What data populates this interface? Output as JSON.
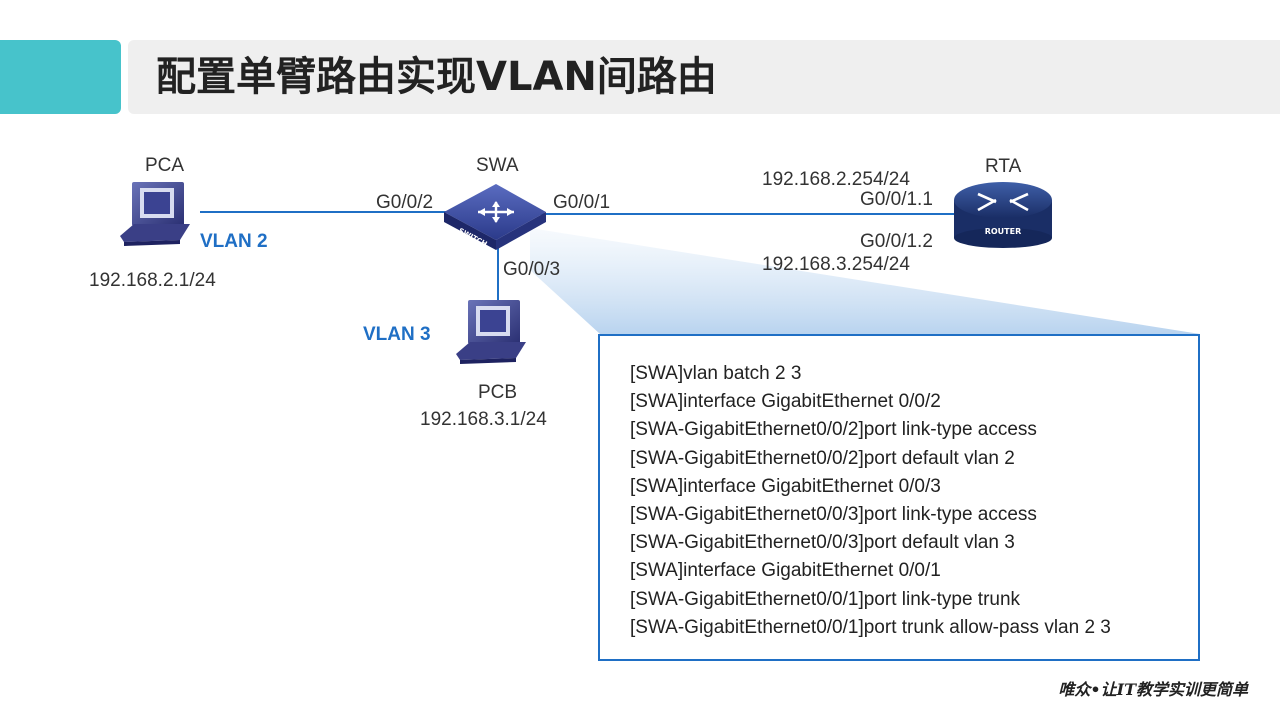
{
  "title": "配置单臂路由实现VLAN间路由",
  "devices": {
    "pca": {
      "name": "PCA",
      "ip": "192.168.2.1/24",
      "vlan": "VLAN 2"
    },
    "pcb": {
      "name": "PCB",
      "ip": "192.168.3.1/24",
      "vlan": "VLAN 3"
    },
    "swa": {
      "name": "SWA",
      "port_pca": "G0/0/2",
      "port_rta": "G0/0/1",
      "port_pcb": "G0/0/3",
      "icon_text": "SWITCH"
    },
    "rta": {
      "name": "RTA",
      "icon_text": "ROUTER",
      "sub1_ip": "192.168.2.254/24",
      "sub1_port": "G0/0/1.1",
      "sub2_port": "G0/0/1.2",
      "sub2_ip": "192.168.3.254/24"
    }
  },
  "config_lines": [
    "[SWA]vlan batch 2 3",
    "[SWA]interface GigabitEthernet 0/0/2",
    "[SWA-GigabitEthernet0/0/2]port link-type access",
    "[SWA-GigabitEthernet0/0/2]port default vlan 2",
    "[SWA]interface GigabitEthernet 0/0/3",
    "[SWA-GigabitEthernet0/0/3]port link-type access",
    "[SWA-GigabitEthernet0/0/3]port default vlan 3",
    "[SWA]interface GigabitEthernet 0/0/1",
    "[SWA-GigabitEthernet0/0/1]port link-type trunk",
    "[SWA-GigabitEthernet0/0/1]port trunk allow-pass vlan 2 3"
  ],
  "footer": "唯众•让IT教学实训更简单",
  "colors": {
    "accent": "#47c3cb",
    "vlan_text": "#1f6fc5",
    "link": "#1f6fc5",
    "box_border": "#1f6fc5"
  },
  "icons": {
    "pc": "desktop-computer-icon",
    "switch": "switch-icon",
    "router": "router-icon"
  }
}
